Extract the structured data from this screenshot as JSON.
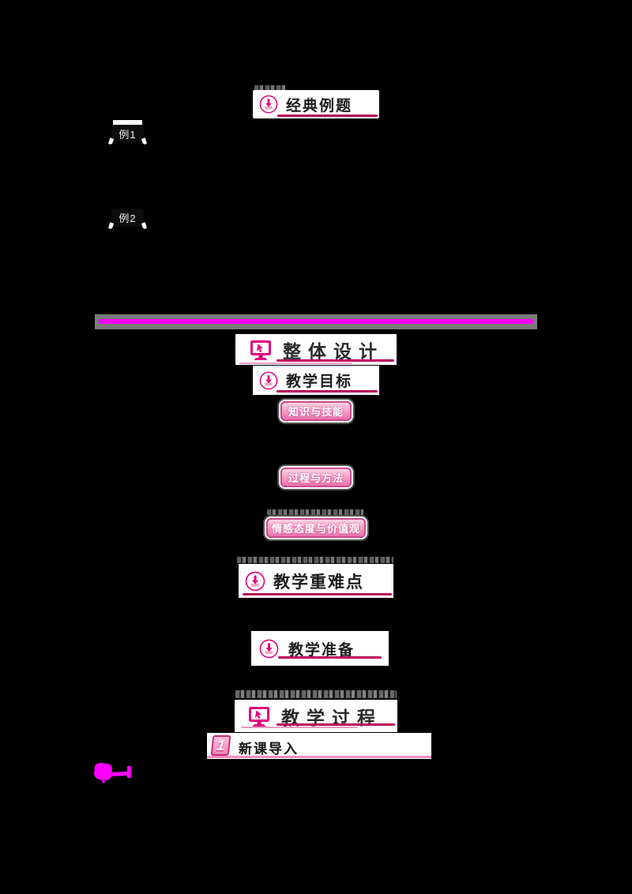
{
  "page": {
    "background": "#000000",
    "accent_magenta": "#e2007d",
    "underline_dark": "#b8005a",
    "underline_light": "#e79cc4",
    "divider_bar_color": "#7a7a7a",
    "divider_line_color": "#f402f4",
    "badge_border_color": "#c94b90",
    "glyph_color": "#ff00ff"
  },
  "sections": {
    "classic_examples": {
      "title": "经典例题",
      "icon": "download-circle-icon"
    },
    "example1": {
      "label": "例1"
    },
    "example2": {
      "label": "例2"
    },
    "overall_design": {
      "title": "整体设计",
      "icon": "monitor-cursor-icon"
    },
    "teaching_objectives": {
      "title": "教学目标",
      "icon": "download-circle-icon"
    },
    "badge_knowledge": {
      "label": "知识与技能"
    },
    "badge_process": {
      "label": "过程与方法"
    },
    "badge_emotion": {
      "label": "情感态度与价值观"
    },
    "key_points": {
      "title": "教学重难点",
      "icon": "download-circle-icon"
    },
    "preparation": {
      "title": "教学准备",
      "icon": "download-circle-icon"
    },
    "teaching_process": {
      "title": "教学过程",
      "icon": "monitor-cursor-icon"
    },
    "new_lesson": {
      "number": "1",
      "title": "新课导入"
    }
  }
}
